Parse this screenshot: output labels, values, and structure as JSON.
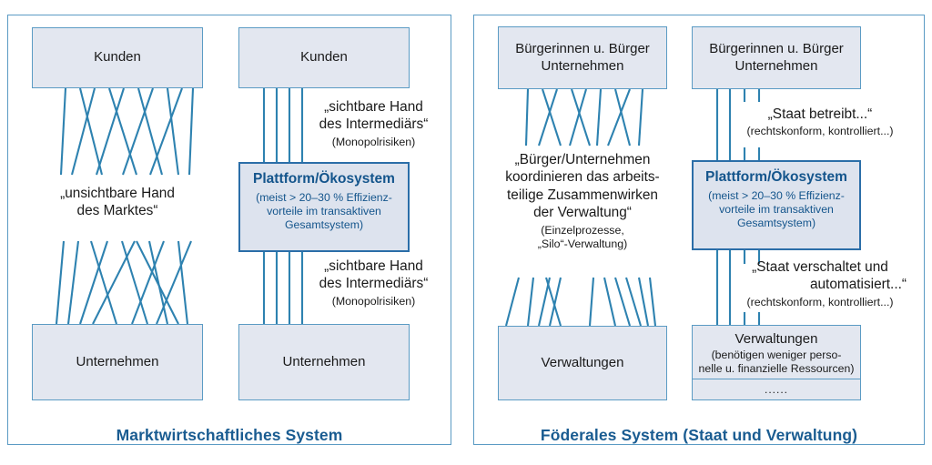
{
  "colors": {
    "panel_border": "#5b9bc4",
    "box_fill": "#e3e7f0",
    "box_border": "#5b9bc4",
    "wire": "#2e82b0",
    "accent_blue": "#14558c",
    "title_blue": "#1a5c91"
  },
  "left_panel": {
    "title": "Marktwirtschaftliches System",
    "left_column": {
      "top_box": {
        "label": "Kunden"
      },
      "bottom_box": {
        "label": "Unternehmen"
      },
      "middle_label": {
        "line1": "„unsichtbare Hand",
        "line2": "des Marktes“"
      }
    },
    "right_column": {
      "top_box": {
        "label": "Kunden"
      },
      "bottom_box": {
        "label": "Unternehmen"
      },
      "platform_box": {
        "title": "Plattform/Ökosystem",
        "sub_line1": "(meist > 20–30 % Effizienz-",
        "sub_line2": "vorteile im transaktiven",
        "sub_line3": "Gesamtsystem)"
      },
      "upper_label": {
        "line1": "„sichtbare Hand",
        "line2": "des Intermediärs“",
        "note": "(Monopolrisiken)"
      },
      "lower_label": {
        "line1": "„sichtbare Hand",
        "line2": "des Intermediärs“",
        "note": "(Monopolrisiken)"
      }
    }
  },
  "right_panel": {
    "title": "Föderales System (Staat und Verwaltung)",
    "left_column": {
      "top_box": {
        "line1": "Bürgerinnen u. Bürger",
        "line2": "Unternehmen"
      },
      "bottom_box": {
        "label": "Verwaltungen"
      },
      "middle_label": {
        "line1": "„Bürger/Unternehmen",
        "line2": "koordinieren das arbeits-",
        "line3": "teilige Zusammenwirken",
        "line4": "der Verwaltung“",
        "note1": "(Einzelprozesse,",
        "note2": "„Silo“-Verwaltung)"
      }
    },
    "right_column": {
      "top_box": {
        "line1": "Bürgerinnen u. Bürger",
        "line2": "Unternehmen"
      },
      "platform_box": {
        "title": "Plattform/Ökosystem",
        "sub_line1": "(meist > 20–30 % Effizienz-",
        "sub_line2": "vorteile im transaktiven",
        "sub_line3": "Gesamtsystem)"
      },
      "bottom_box": {
        "line1": "Verwaltungen",
        "line2": "(benötigen weniger perso-",
        "line3": "nelle u. finanzielle Ressourcen)",
        "dots": "......"
      },
      "upper_label": {
        "line1": "„Staat betreibt...“",
        "note": "(rechtskonform, kontrolliert...)"
      },
      "lower_label": {
        "line1": "„Staat verschaltet und",
        "line2": "automatisiert...“",
        "note": "(rechtskonform, kontrolliert...)"
      }
    }
  }
}
